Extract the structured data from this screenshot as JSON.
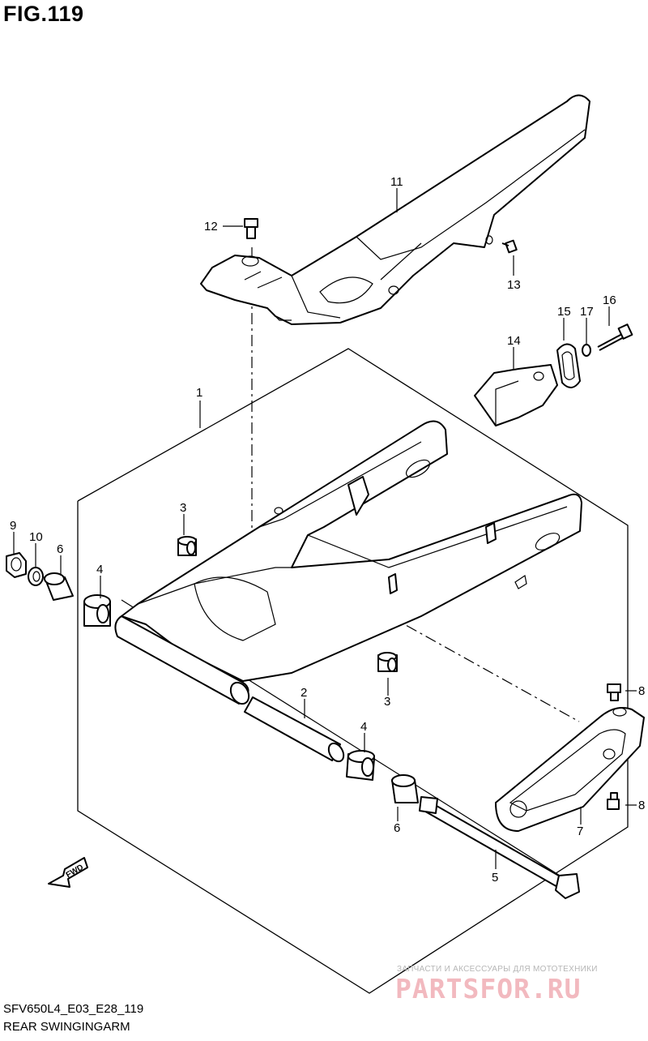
{
  "figure": {
    "title": "FIG.119",
    "model_code": "SFV650L4_E03_E28_119",
    "diagram_name": "REAR SWINGINGARM"
  },
  "direction_arrow": {
    "label": "FWD"
  },
  "callouts": [
    {
      "id": "c1",
      "number": "1"
    },
    {
      "id": "c2",
      "number": "2"
    },
    {
      "id": "c3a",
      "number": "3"
    },
    {
      "id": "c3b",
      "number": "3"
    },
    {
      "id": "c4a",
      "number": "4"
    },
    {
      "id": "c4b",
      "number": "4"
    },
    {
      "id": "c5",
      "number": "5"
    },
    {
      "id": "c6a",
      "number": "6"
    },
    {
      "id": "c6b",
      "number": "6"
    },
    {
      "id": "c7",
      "number": "7"
    },
    {
      "id": "c8a",
      "number": "8"
    },
    {
      "id": "c8b",
      "number": "8"
    },
    {
      "id": "c9",
      "number": "9"
    },
    {
      "id": "c10",
      "number": "10"
    },
    {
      "id": "c11",
      "number": "11"
    },
    {
      "id": "c12",
      "number": "12"
    },
    {
      "id": "c13",
      "number": "13"
    },
    {
      "id": "c14",
      "number": "14"
    },
    {
      "id": "c15",
      "number": "15"
    },
    {
      "id": "c16",
      "number": "16"
    },
    {
      "id": "c17",
      "number": "17"
    }
  ],
  "watermark": {
    "tagline": "ЗАПЧАСТИ И АКСЕССУАРЫ ДЛЯ МОТОТЕХНИКИ",
    "brand": "PARTSFOR.RU"
  }
}
